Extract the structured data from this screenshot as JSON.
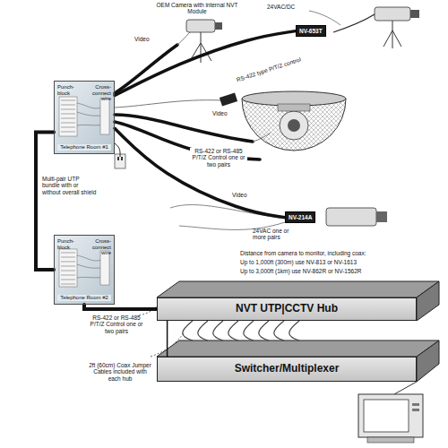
{
  "diagram": {
    "nodes": [
      {
        "text": [
          "Punch-block",
          "Cross-connect wire",
          "Telephone Room #1"
        ]
      },
      {
        "text": [
          "NV-653T"
        ]
      },
      {
        "text": [
          "NV-214A"
        ]
      },
      {
        "text": [
          "Punch-block",
          "Cross-connect wire",
          "Telephone Room #2"
        ]
      },
      {
        "text": [
          "NVT UTP|CCTV Hub"
        ]
      },
      {
        "text": [
          "Switcher/Multiplexer"
        ]
      }
    ],
    "edges": [
      {
        "from": 0,
        "to": 3,
        "label": "Multi-pair UTP bundle with or without overall shield",
        "arrow": "none"
      },
      {
        "from": 0,
        "to": 1,
        "arrow": "none"
      },
      {
        "from": 0,
        "to": 2,
        "arrow": "none"
      },
      {
        "from": 3,
        "to": 4,
        "arrow": "none"
      },
      {
        "from": 4,
        "to": 5,
        "arrow": "none"
      }
    ],
    "labels": [
      "OEM Camera with internal NVT Module",
      "24VAC/DC",
      "Video",
      "RS-422 type P/T/Z control",
      "Video",
      "RS-422 or RS-485 P/T/Z Control one or two pairs",
      "Video",
      "24VAC one or more pairs",
      "Distance from camera to monitor, including coax:",
      "Up to 1,000ft (300m) use NV-813 or NV-1613",
      "Up to 3,000ft (1km) use NV-862R or NV-1562R",
      "RS-422 or RS-485 P/T/Z Control one or two pairs",
      "2ft (60cm) Coax Jumper Cables included with each hub"
    ]
  }
}
